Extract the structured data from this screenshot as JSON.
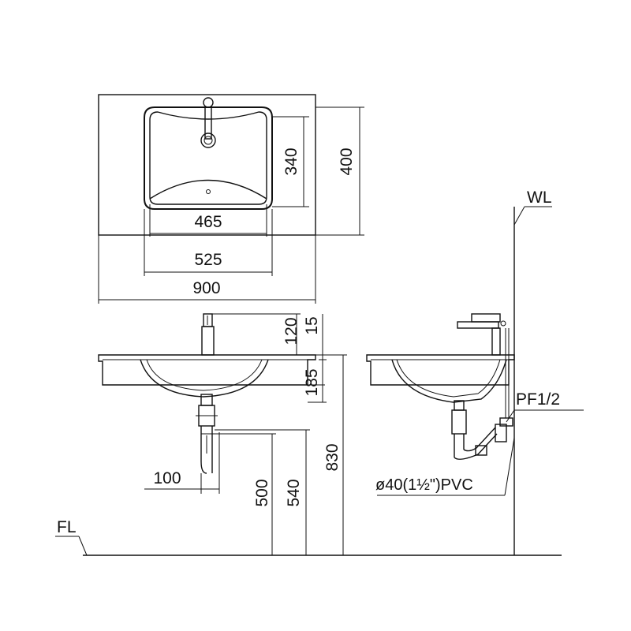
{
  "plan_view": {
    "inner_width": "465",
    "outer_width": "525",
    "total_width": "900",
    "inner_depth": "340",
    "total_depth": "400"
  },
  "front_view": {
    "faucet_height": "120",
    "lip_height": "15",
    "bowl_depth": "185",
    "trap_offset": "100",
    "drain_height_1": "500",
    "drain_height_2": "540",
    "rim_height": "830",
    "floor_label": "FL"
  },
  "side_view": {
    "wall_label": "WL",
    "supply_label": "PF1/2",
    "pipe_label": "ø40(1½\")PVC"
  }
}
